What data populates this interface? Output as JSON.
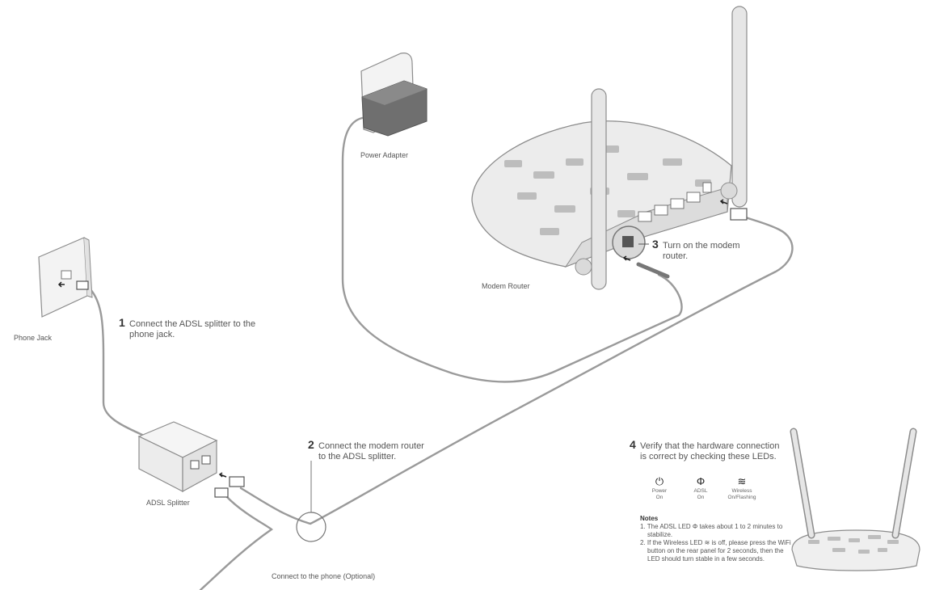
{
  "labels": {
    "power_adapter": "Power Adapter",
    "phone_jack": "Phone Jack",
    "modem_router": "Modem Router",
    "adsl_splitter": "ADSL Splitter",
    "connect_phone": "Connect to the phone (Optional)"
  },
  "steps": [
    {
      "num": "1",
      "text": "Connect the ADSL splitter to the\nphone jack."
    },
    {
      "num": "2",
      "text": "Connect the modem router\nto the ADSL splitter."
    },
    {
      "num": "3",
      "text": "Turn on the modem\nrouter."
    },
    {
      "num": "4",
      "text": "Verify that the hardware connection\nis correct by checking these LEDs."
    }
  ],
  "leds": [
    {
      "icon": "power-icon",
      "glyph": "⏻",
      "name": "Power",
      "state": "On"
    },
    {
      "icon": "adsl-icon",
      "glyph": "Φ",
      "name": "ADSL",
      "state": "On"
    },
    {
      "icon": "wireless-icon",
      "glyph": "≋",
      "name": "Wireless",
      "state": "On/Flashing"
    }
  ],
  "notes": {
    "title": "Notes",
    "items": [
      "1. The ADSL LED Φ takes about 1 to 2 minutes to stabilize.",
      "2. If the Wireless LED ≋ is off, please press the WiFi button on the rear panel for 2 seconds, then the LED should turn stable in a few seconds."
    ]
  },
  "colors": {
    "cable": "#9a9a9a",
    "device_fill": "#ececec",
    "device_stroke": "#8c8c8c"
  }
}
